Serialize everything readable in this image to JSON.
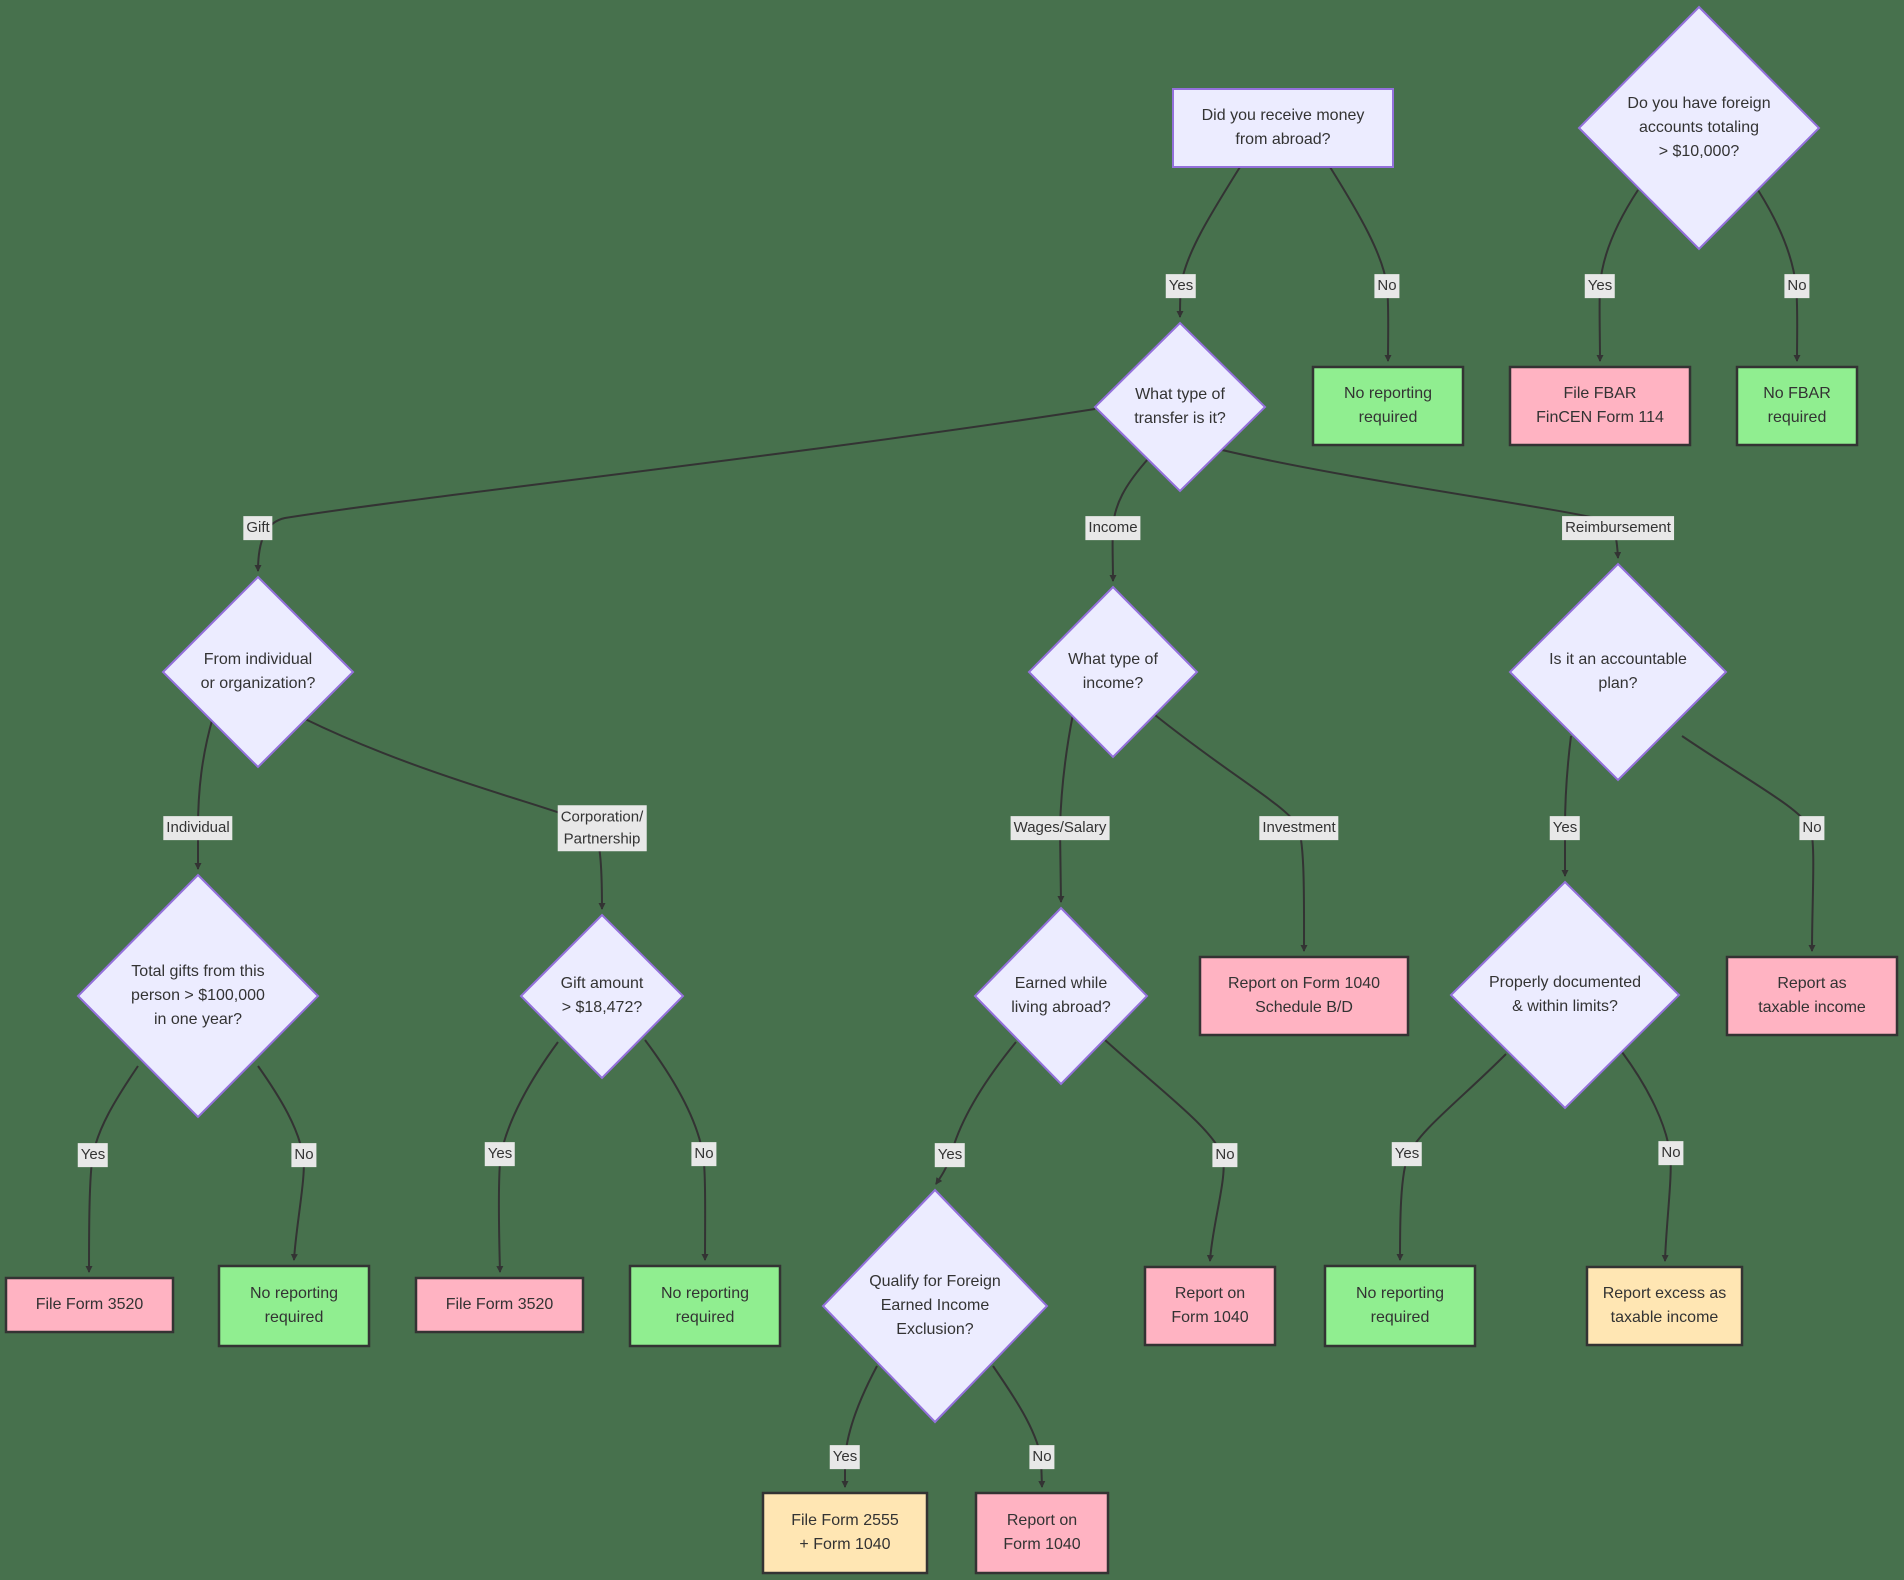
{
  "palette": {
    "background": "#47714D",
    "node_fill": "#ECECFF",
    "node_border": "#9370DB",
    "result_pink": "#FFB3C2",
    "result_green": "#90EE90",
    "result_yellow": "#FFE6B3",
    "box_border": "#333333",
    "edge_color": "#333333",
    "label_bg": "#E8E8E8",
    "text_color": "#333333"
  },
  "nodes": {
    "q_receive": {
      "label": "Did you receive money\nfrom abroad?"
    },
    "q_fbar": {
      "label": "Do you have foreign\naccounts totaling\n> $10,000?"
    },
    "q_transfer": {
      "label": "What type of\ntransfer is it?"
    },
    "no_reporting_1": {
      "label": "No reporting\nrequired"
    },
    "file_fbar": {
      "label": "File FBAR\nFinCEN Form 114"
    },
    "no_fbar": {
      "label": "No FBAR\nrequired"
    },
    "q_gift_source": {
      "label": "From individual\nor organization?"
    },
    "q_income_type": {
      "label": "What type of\nincome?"
    },
    "q_accountable_plan": {
      "label": "Is it an accountable\nplan?"
    },
    "q_total_gifts": {
      "label": "Total gifts from this\nperson > $100,000\nin one year?"
    },
    "q_gift_amount": {
      "label": "Gift amount\n> $18,472?"
    },
    "q_earned_abroad": {
      "label": "Earned while\nliving abroad?"
    },
    "report_1040_sched": {
      "label": "Report on Form 1040\nSchedule B/D"
    },
    "q_documented": {
      "label": "Properly documented\n& within limits?"
    },
    "report_taxable": {
      "label": "Report as\ntaxable income"
    },
    "file_3520_a": {
      "label": "File Form 3520"
    },
    "no_reporting_2": {
      "label": "No reporting\nrequired"
    },
    "file_3520_b": {
      "label": "File Form 3520"
    },
    "no_reporting_3": {
      "label": "No reporting\nrequired"
    },
    "q_feie": {
      "label": "Qualify for Foreign\nEarned Income\nExclusion?"
    },
    "report_1040_a": {
      "label": "Report on\nForm 1040"
    },
    "no_reporting_4": {
      "label": "No reporting\nrequired"
    },
    "report_excess": {
      "label": "Report excess as\ntaxable income"
    },
    "file_2555": {
      "label": "File Form 2555\n+ Form 1040"
    },
    "report_1040_b": {
      "label": "Report on\nForm 1040"
    }
  },
  "edge_labels": {
    "receive_yes": "Yes",
    "receive_no": "No",
    "fbar_yes": "Yes",
    "fbar_no": "No",
    "gift": "Gift",
    "income": "Income",
    "reimbursement": "Reimbursement",
    "individual": "Individual",
    "corporation": "Corporation/\nPartnership",
    "wages": "Wages/Salary",
    "investment": "Investment",
    "plan_yes": "Yes",
    "plan_no": "No",
    "total_yes": "Yes",
    "total_no": "No",
    "amount_yes": "Yes",
    "amount_no": "No",
    "earned_yes": "Yes",
    "earned_no": "No",
    "documented_yes": "Yes",
    "documented_no": "No",
    "feie_yes": "Yes",
    "feie_no": "No"
  }
}
